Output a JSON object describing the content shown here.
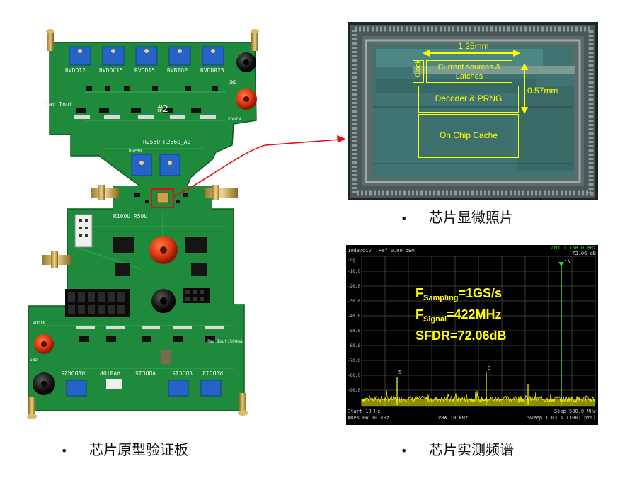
{
  "pcb": {
    "pot_labels": [
      "RVDD12",
      "RVDDC15",
      "RVDD15",
      "RVBTOP",
      "RVDDR25"
    ],
    "board_number": "#2",
    "resistor_labels": "R256U R256U_A0",
    "left_label": "Rax Iout",
    "resistor_side": "R100U R50U",
    "bottom_pot_labels": [
      "RVDDR25",
      "RVBTOP",
      "VDDL15",
      "VDDC15",
      "RVDD12"
    ],
    "right_label_bottom": "Max Iout:500mA",
    "gnd_label": "GND",
    "vddin_label": "VDDIN",
    "left_bottom_label": "VDDIN",
    "left_bottom_label2": "GND",
    "dsp_label": "DSP00"
  },
  "chip": {
    "width_dim": "1.25mm",
    "height_dim": "0.57mm",
    "block_clock": "Clock",
    "block_sources_line1": "Current sources &",
    "block_sources_line2": "Latches",
    "block_decoder": "Decoder & PRNG",
    "block_cache": "On Chip Cache",
    "highlight_color": "#ffff00"
  },
  "spectrum": {
    "ref_scale": "10dB/div",
    "ref_level": "Ref 0.00 dBm",
    "marker_line1": "ΔMk 1 158.0 MHz",
    "marker_line2": "72.06 dB",
    "marker_flag": "1Δ",
    "y_ticks": [
      "Log",
      "-10.0",
      "-20.0",
      "-30.0",
      "-40.0",
      "-50.0",
      "-60.0",
      "-70.0",
      "-80.0",
      "-90.0"
    ],
    "sampling_label": "F",
    "sampling_sub": "Sampling",
    "sampling_value": "=1GS/s",
    "signal_label": "F",
    "signal_sub": "Signal",
    "signal_value": "=422MHz",
    "sfdr": "SFDR=72.06dB",
    "spur_a": "5",
    "spur_b": "3",
    "start": "Start 10 Hz",
    "stop": "Stop 500.0 MHz",
    "res_bw": "#Res BW 10 kHz",
    "vbw": "VBW 10 kHz",
    "sweep": "Sweep  1.03 s (1001 pts)",
    "trace_color": "#ffff00",
    "marker_color": "#22dd22"
  },
  "captions": {
    "micrograph": "芯片显微照片",
    "board": "芯片原型验证板",
    "spectrum": "芯片实测频谱"
  },
  "arrow_color": "#e01010"
}
